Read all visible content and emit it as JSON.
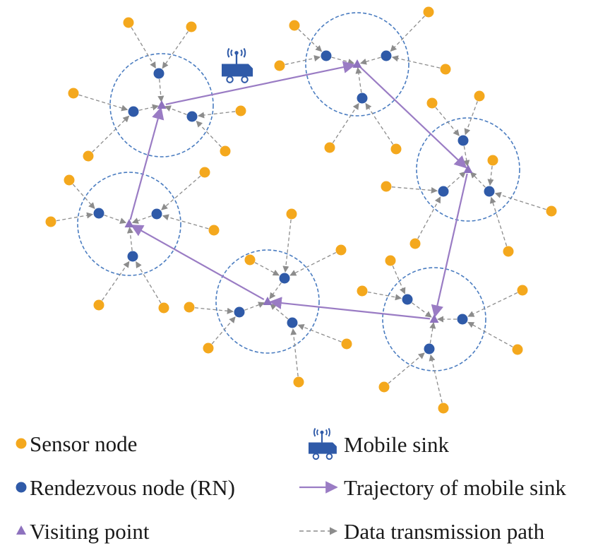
{
  "colors": {
    "sensor_node": "#F4A81D",
    "rendezvous_node": "#2F5AA8",
    "cluster_circle": "#4A7CC0",
    "trajectory": "#9A7CC4",
    "visiting_point": "#8E72BE",
    "data_path": "#8C8C8C",
    "mobile_sink": "#2F5AA8"
  },
  "icons": {
    "mobile_sink": "robot-vehicle-with-antenna-icon",
    "sensor_node": "orange-dot-icon",
    "rendezvous_node": "blue-dot-icon",
    "visiting_point": "triangle-icon"
  },
  "legend": {
    "sensor_node": "Sensor node",
    "rendezvous_node": "Rendezvous node (RN)",
    "visiting_point": "Visiting point",
    "mobile_sink": "Mobile sink",
    "trajectory": "Trajectory of mobile sink",
    "data_path": "Data transmission path"
  }
}
